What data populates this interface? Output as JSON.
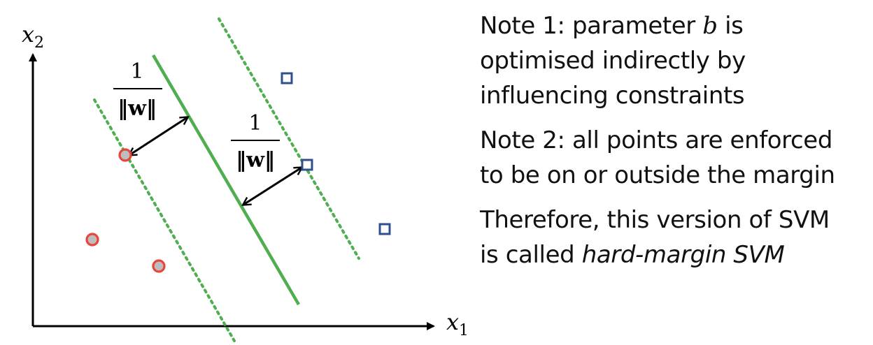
{
  "axes": {
    "x_label": "x",
    "x_sub": "1",
    "y_label": "x",
    "y_sub": "2"
  },
  "margins": {
    "left_fraction": {
      "numerator": "1",
      "denominator": "‖w‖"
    },
    "right_fraction": {
      "numerator": "1",
      "denominator": "‖w‖"
    }
  },
  "classes": {
    "circle_color": "#e8453c",
    "circle_fill": "#bdbdbd",
    "square_color": "#2f4f8f",
    "boundary_color": "#4fae4f"
  },
  "notes": {
    "note1_line1_prefix": "Note 1: parameter ",
    "note1_var": "b",
    "note1_line1_suffix": " is",
    "note1_line2": "optimised indirectly by",
    "note1_line3": "influencing constraints",
    "note2_line1": "Note 2: all points are enforced",
    "note2_line2": "to be on or outside the margin",
    "note3_line1": "Therefore, this version of SVM",
    "note3_line2_prefix": "is called ",
    "note3_line2_italic": "hard-margin SVM"
  }
}
